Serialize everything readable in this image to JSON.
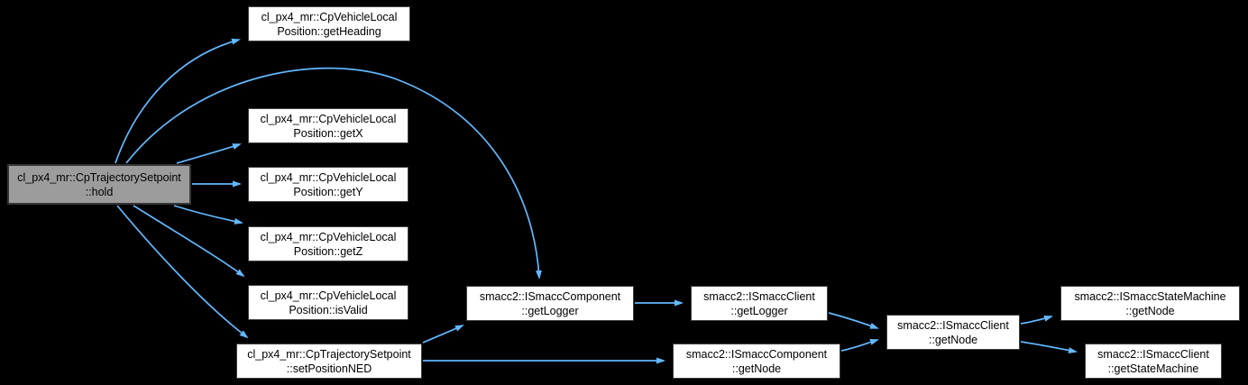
{
  "diagram": {
    "type": "call-graph",
    "background_color": "#000000",
    "edge_color": "#63b8ff",
    "node_fill_color": "#ffffff",
    "node_border_color": "#404040",
    "highlighted_node_fill_color": "#9c9c9c",
    "text_color": "#000000"
  },
  "nodes": [
    {
      "id": "hold",
      "line1": "cl_px4_mr::CpTrajectorySetpoint",
      "line2": "::hold",
      "highlighted": true
    },
    {
      "id": "get-heading",
      "line1": "cl_px4_mr::CpVehicleLocal",
      "line2": "Position::getHeading",
      "highlighted": false
    },
    {
      "id": "get-x",
      "line1": "cl_px4_mr::CpVehicleLocal",
      "line2": "Position::getX",
      "highlighted": false
    },
    {
      "id": "get-y",
      "line1": "cl_px4_mr::CpVehicleLocal",
      "line2": "Position::getY",
      "highlighted": false
    },
    {
      "id": "get-z",
      "line1": "cl_px4_mr::CpVehicleLocal",
      "line2": "Position::getZ",
      "highlighted": false
    },
    {
      "id": "is-valid",
      "line1": "cl_px4_mr::CpVehicleLocal",
      "line2": "Position::isValid",
      "highlighted": false
    },
    {
      "id": "set-position-ned",
      "line1": "cl_px4_mr::CpTrajectorySetpoint",
      "line2": "::setPositionNED",
      "highlighted": false
    },
    {
      "id": "component-get-logger",
      "line1": "smacc2::ISmaccComponent",
      "line2": "::getLogger",
      "highlighted": false
    },
    {
      "id": "client-get-logger",
      "line1": "smacc2::ISmaccClient",
      "line2": "::getLogger",
      "highlighted": false
    },
    {
      "id": "component-get-node",
      "line1": "smacc2::ISmaccComponent",
      "line2": "::getNode",
      "highlighted": false
    },
    {
      "id": "client-get-node",
      "line1": "smacc2::ISmaccClient",
      "line2": "::getNode",
      "highlighted": false
    },
    {
      "id": "statemachine-get-node",
      "line1": "smacc2::ISmaccStateMachine",
      "line2": "::getNode",
      "highlighted": false
    },
    {
      "id": "client-get-statemachine",
      "line1": "smacc2::ISmaccClient",
      "line2": "::getStateMachine",
      "highlighted": false
    }
  ],
  "edges": [
    {
      "from": "hold",
      "to": "get-heading"
    },
    {
      "from": "hold",
      "to": "component-get-logger"
    },
    {
      "from": "hold",
      "to": "get-x"
    },
    {
      "from": "hold",
      "to": "get-y"
    },
    {
      "from": "hold",
      "to": "get-z"
    },
    {
      "from": "hold",
      "to": "is-valid"
    },
    {
      "from": "hold",
      "to": "set-position-ned"
    },
    {
      "from": "set-position-ned",
      "to": "component-get-logger"
    },
    {
      "from": "set-position-ned",
      "to": "component-get-node"
    },
    {
      "from": "component-get-logger",
      "to": "client-get-logger"
    },
    {
      "from": "client-get-logger",
      "to": "client-get-node"
    },
    {
      "from": "component-get-node",
      "to": "client-get-node"
    },
    {
      "from": "client-get-node",
      "to": "statemachine-get-node"
    },
    {
      "from": "client-get-node",
      "to": "client-get-statemachine"
    }
  ]
}
